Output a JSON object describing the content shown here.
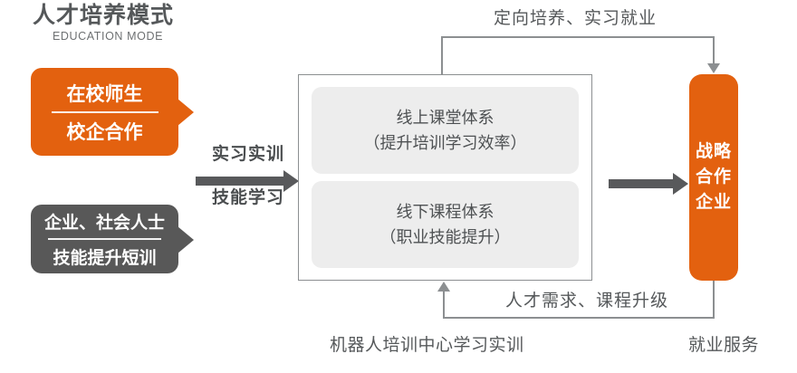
{
  "header": {
    "title": "人才培养模式",
    "subtitle": "EDUCATION MODE"
  },
  "colors": {
    "orange": "#e3610f",
    "gray_dark": "#585858",
    "text_gray": "#55585a",
    "card_gray": "#ededed",
    "line_gray": "#8c8f91",
    "arrow_gray": "#58595b"
  },
  "sources": [
    {
      "id": "students",
      "line1": "在校师生",
      "line2": "校企合作",
      "color": "#e3610f"
    },
    {
      "id": "professionals",
      "line1": "企业、社会人士",
      "line2": "技能提升短训",
      "color": "#585858"
    }
  ],
  "middle_arrow": {
    "label_top": "实习实训",
    "label_bottom": "技能学习"
  },
  "center_box": {
    "cards": [
      {
        "title": "线上课堂体系",
        "detail": "（提升培训学习效率）"
      },
      {
        "title": "线下课程体系",
        "detail": "（职业技能提升）"
      }
    ]
  },
  "partner": {
    "lines": [
      "战略",
      "合作",
      "企业"
    ]
  },
  "flows": {
    "top_label": "定向培养、实习就业",
    "bottom_label": "人才需求、课程升级"
  },
  "captions": {
    "center": "机器人培训中心学习实训",
    "right": "就业服务"
  }
}
